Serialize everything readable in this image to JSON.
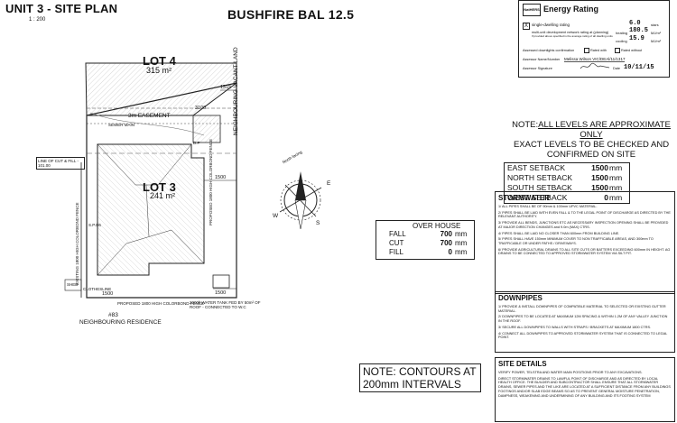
{
  "header": {
    "title": "UNIT 3 - SITE PLAN",
    "scale": "1 : 200",
    "bal": "BUSHFIRE BAL 12.5"
  },
  "energy_rating": {
    "heading": "Energy Rating",
    "logo_text": "NatHERS",
    "row1_label": "single-dwelling rating",
    "row1_value": "6.0",
    "row1_unit": "stars",
    "row2_label": "multi-unit development network rating at (planning)",
    "row2_note": "If provided above specified is the average rating of all dwelling units",
    "heating_label": "heating",
    "heating_value": "180.5",
    "heating_unit": "MJ/m²",
    "cooling_label": "cooling",
    "cooling_value": "15.9",
    "cooling_unit": "MJ/m²",
    "confirm_label": "Assessed downlights confirmation",
    "rated_with": "Rated with",
    "rated_without": "Rated without",
    "assessor_label": "Assessor Name/Number",
    "assessor_value": "Melissa Wilson VIC/DEAl/11/1317",
    "signature_label": "Assessor Signature",
    "date_label": "Date",
    "date_value": "10/11/15"
  },
  "note_levels": {
    "prefix": "NOTE:",
    "line1": "ALL LEVELS ARE APPROXIMATE ONLY",
    "line2": "EXACT LEVELS TO BE CHECKED AND",
    "line3": "CONFIRMED ON SITE"
  },
  "setbacks": [
    {
      "label": "EAST SETBACK",
      "value": "1500",
      "unit": "mm"
    },
    {
      "label": "NORTH SETBACK",
      "value": "1500",
      "unit": "mm"
    },
    {
      "label": "SOUTH SETBACK",
      "value": "1500",
      "unit": "mm"
    },
    {
      "label": "WEST SETBACK",
      "value": "0",
      "unit": "mm"
    }
  ],
  "stormwater": {
    "heading": "STORMWATER",
    "items": [
      "1/ ALL PIPES SHALL BE OF 90mm & 100mm UPVC MATERIAL.",
      "2/ PIPES SHALL BE LAID WITH EVEN FALL & TO THE LEGAL POINT OF DISCHARGE AS DIRECTED BY THE RELEVANT AUTHORITY.",
      "3/ PROVIDE ALL BENDS, JUNCTIONS ETC AS NECESSARY INSPECTION OPENING SHALL BE PROVIDED AT MAJOR DIRECTION CHANGES and 9.0m (MAX) CTRS.",
      "4/ PIPES SHALL BE LAID NO CLOSER THAN 600mm FROM BUILDING LINE.",
      "5/ PIPES SHALL HAVE 150mm MINIMUM COVER TO NON TRAFFICABLE AREAS, AND 300mm TO TRAFFICABLE OR UNDER PATHS / DRIVEWAYS.",
      "6/ PROVIDE AGRICULTURAL DRAINS TO ALL SITE CUTS OR BATTERS EXCEEDING 600mm IN HEIGHT. AG DRAINS TO BE CONNECTED TO APPROVED STORMWATER SYSTEM VIA SILT PIT."
    ]
  },
  "downpipes": {
    "heading": "DOWNPIPES",
    "items": [
      "1/ PROVIDE & INSTALL DOWNPIPES OF COMPATIBLE MATERIAL TO SELECTED OR EXISTING GUTTER MATERIAL.",
      "2/ DOWNPIPES TO BE LOCATED AT MAXIMUM 12M SPACING & WITHIN 1.2M OF ANY VALLEY JUNCTION IN THE ROOF.",
      "3/ SECURE ALL DOWNPIPES TO WALLS WITH STRAPS / BRACKETS AT MAXIMUM 1800 CTRS.",
      "4/ CONNECT ALL DOWNPIPES TO APPROVED STORMWATER SYSTEM THAT IS CONNECTED TO LEGAL POINT."
    ]
  },
  "site_details": {
    "heading": "SITE DETAILS",
    "items": [
      "VERIFY POWER, TELSTRA AND WATER MAIN POSITIONS PRIOR TO ANY EXCAVATIONS.",
      "DIRECT STORMWATER DRAINS TO LAWFUL POINT OF DISCHARGE AND AS DIRECTED BY LOCAL HEALTH OFFICE. THE BUILDER AND SUBCONTRACTOR SHALL ENSURE THAT ALL STORMWATER DRAINS, SEWER PIPES AND THE LIKE ARE LOCATED AT A SUFFICIENT DISTANCE FROM ANY BUILDINGS FOOTINGS AND/OR SLAB EDGE BEAMS SO AS TO PREVENT GENERAL MOISTURE PENETRATION, DAMPNESS, WEAKENING AND UNDERMINING OF ANY BUILDING AND ITS FOOTING SYSTEM"
    ]
  },
  "over_house": {
    "heading": "OVER HOUSE",
    "rows": [
      {
        "label": "FALL",
        "value": "700",
        "unit": "mm"
      },
      {
        "label": "CUT",
        "value": "700",
        "unit": "mm"
      },
      {
        "label": "FILL",
        "value": "0",
        "unit": "mm"
      }
    ]
  },
  "contours_note": {
    "line1": "NOTE: CONTOURS AT",
    "line2": "200mm INTERVALS"
  },
  "plan": {
    "lot4_name": "LOT 4",
    "lot4_area": "315 m²",
    "lot3_name": "LOT 3",
    "lot3_area": "241 m²",
    "easement": "3m EASEMENT",
    "sewer": "SEWER MAIN",
    "line_of_cut": "LINE OF CUT & FILL - 101.00",
    "neighbouring_vacant": "NEIGHBOURING VACANT LAND",
    "neighbour_number": "#83",
    "neighbour_res": "NEIGHBOURING RESIDENCE",
    "water_tank": "2000lt WATER TANK FED BY 50m² OF ROOF - CONNECTED TO W.C",
    "fence_side": "PROPOSED 1800 HIGH COLORBOND FENCE",
    "fence_bottom": "PROPOSED 1800 HIGH COLORBOND FENCE",
    "fence_left": "EXISTING 1800 HIGH COLORBOND FENCE",
    "shed": "SHED",
    "clothesline": "CLOTHESLINE",
    "dim_1515": "1515",
    "dim_3100": "3100",
    "dim_1500a": "1500",
    "dim_1500b": "1500",
    "dim_1500c": "1500",
    "dp": "D.P",
    "sp": "S.P.O6",
    "north": "North facing",
    "compass_e": "E",
    "compass_w": "W",
    "compass_s": "S"
  }
}
